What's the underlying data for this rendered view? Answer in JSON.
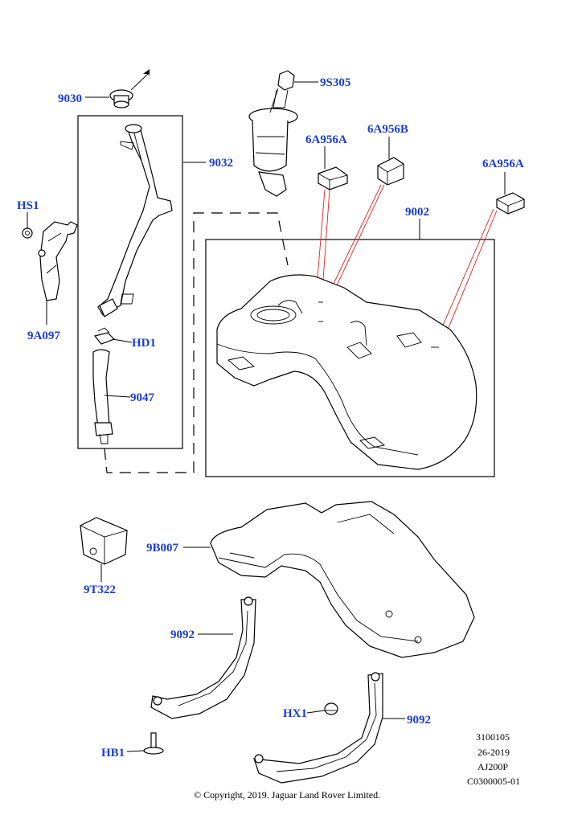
{
  "callouts": {
    "c9030": "9030",
    "c9032": "9032",
    "c9S305": "9S305",
    "c6A956A_1": "6A956A",
    "c6A956B": "6A956B",
    "c6A956A_2": "6A956A",
    "cHS1": "HS1",
    "c9002": "9002",
    "c9A097": "9A097",
    "cHD1": "HD1",
    "c9047": "9047",
    "c9B007": "9B007",
    "c9T322": "9T322",
    "c9092_1": "9092",
    "c9092_2": "9092",
    "cHX1": "HX1",
    "cHB1": "HB1"
  },
  "meta": {
    "line1": "3100105",
    "line2": "26-2019",
    "line3": "AJ200P",
    "line4": "C0300005-01"
  },
  "copyright": "© Copyright, 2019. Jaguar Land Rover Limited.",
  "colors": {
    "callout": "#1a3cd6",
    "leader_red": "#e02020"
  }
}
